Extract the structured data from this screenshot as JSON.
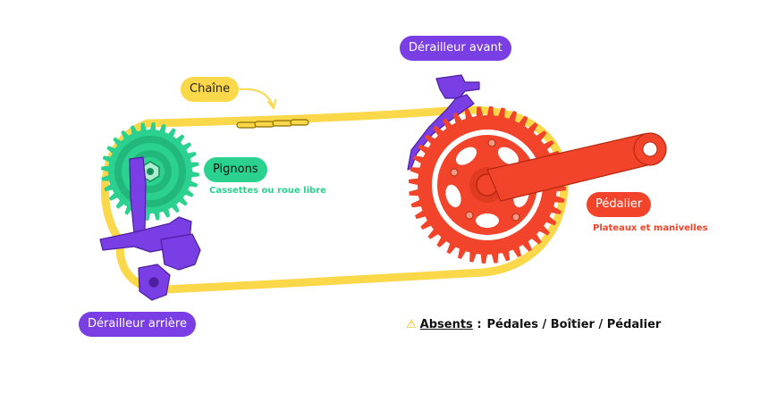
{
  "labels": {
    "chain": "Chaîne",
    "front_derailleur": "Dérailleur avant",
    "sprockets": "Pignons",
    "sprockets_sub": "Cassettes ou roue libre",
    "crankset": "Pédalier",
    "crankset_sub": "Plateaux et manivelles",
    "rear_derailleur": "Dérailleur arrière"
  },
  "note": {
    "icon": "warning-icon",
    "label": "Absents",
    "separator": ":",
    "items_text": "Pédales / Boîtier / Pédalier"
  },
  "colors": {
    "chain": "#fbd74a",
    "derailleur": "#7a3fe4",
    "sprockets": "#2bd18e",
    "crankset": "#f2442a"
  }
}
